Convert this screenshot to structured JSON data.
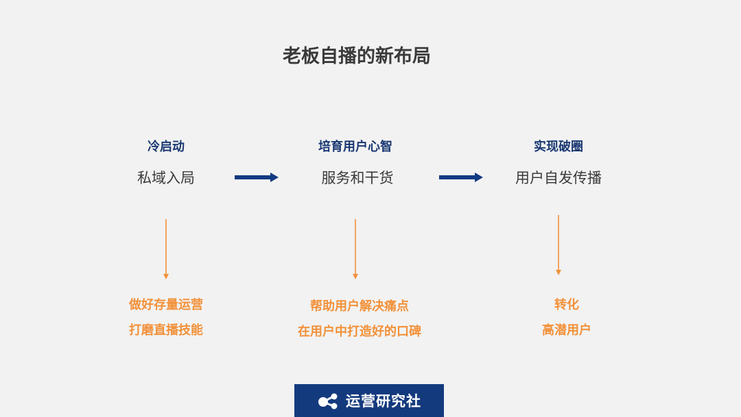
{
  "title": "老板自播的新布局",
  "stages": [
    {
      "heading": "冷启动",
      "subject": "私域入局",
      "notes": [
        "做好存量运营",
        "打磨直播技能"
      ]
    },
    {
      "heading": "培育用户心智",
      "subject": "服务和干货",
      "notes": [
        "帮助用户解决痛点",
        "在用户中打造好的口碑"
      ]
    },
    {
      "heading": "实现破圈",
      "subject": "用户自发传播",
      "notes": [
        "转化",
        "高潜用户"
      ]
    }
  ],
  "brand": {
    "name": "运营研究社",
    "icon": "connected-dots-logo-icon"
  },
  "colors": {
    "heading": "#1a3872",
    "accent": "#f2913a",
    "arrow": "#123a82",
    "brand_bg": "#143a7e",
    "text": "#3a3a3a",
    "background": "#f2f2f2"
  }
}
